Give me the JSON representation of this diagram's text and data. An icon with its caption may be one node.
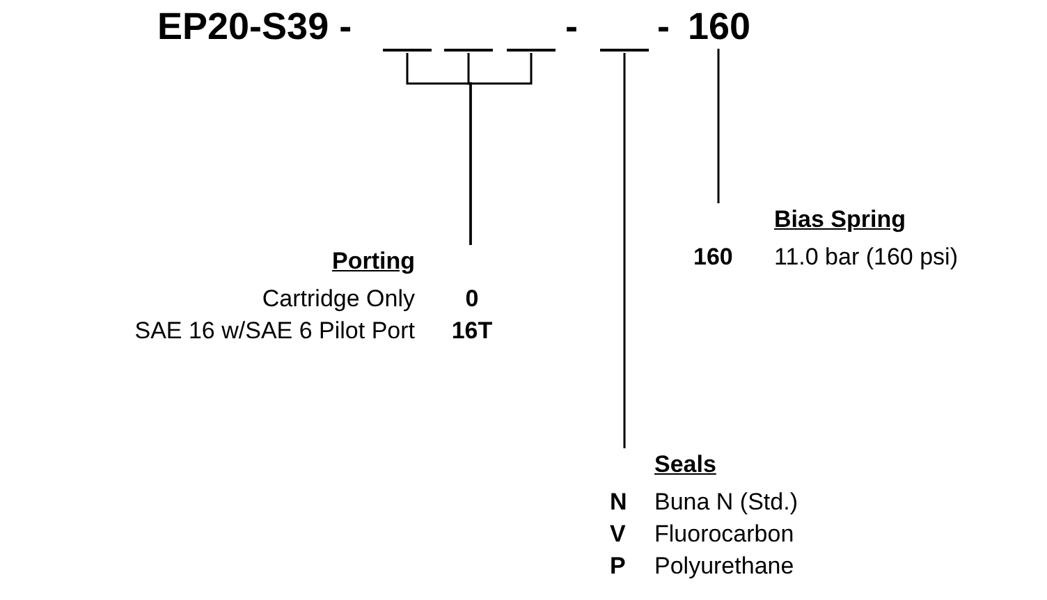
{
  "diagram": {
    "nodes": [
      {
        "text": [],
        "shape": "bar"
      },
      {
        "text": [],
        "shape": "bar"
      },
      {
        "text": [],
        "shape": "bar"
      },
      {
        "text": [],
        "shape": "bar"
      },
      {
        "text": [
          "160"
        ]
      },
      {
        "text": [
          "Porting",
          "Cartridge Only",
          "0",
          "SAE 16 w/SAE 6 Pilot Port",
          "16T"
        ]
      },
      {
        "text": [
          "Seals",
          "N",
          "Buna N (Std.)",
          "V",
          "Fluorocarbon",
          "P",
          "Polyurethane"
        ]
      },
      {
        "text": [
          "Bias Spring",
          "160",
          "11.0 bar (160 psi)"
        ]
      }
    ],
    "edges": [
      {
        "from": 0,
        "to": 5,
        "arrow": "none"
      },
      {
        "from": 1,
        "to": 5,
        "arrow": "none"
      },
      {
        "from": 2,
        "to": 5,
        "arrow": "none"
      },
      {
        "from": 3,
        "to": 6,
        "arrow": "none"
      },
      {
        "from": 4,
        "to": 7,
        "arrow": "none"
      }
    ],
    "labels": [
      "EP20-S39 -",
      "-",
      "-"
    ]
  }
}
